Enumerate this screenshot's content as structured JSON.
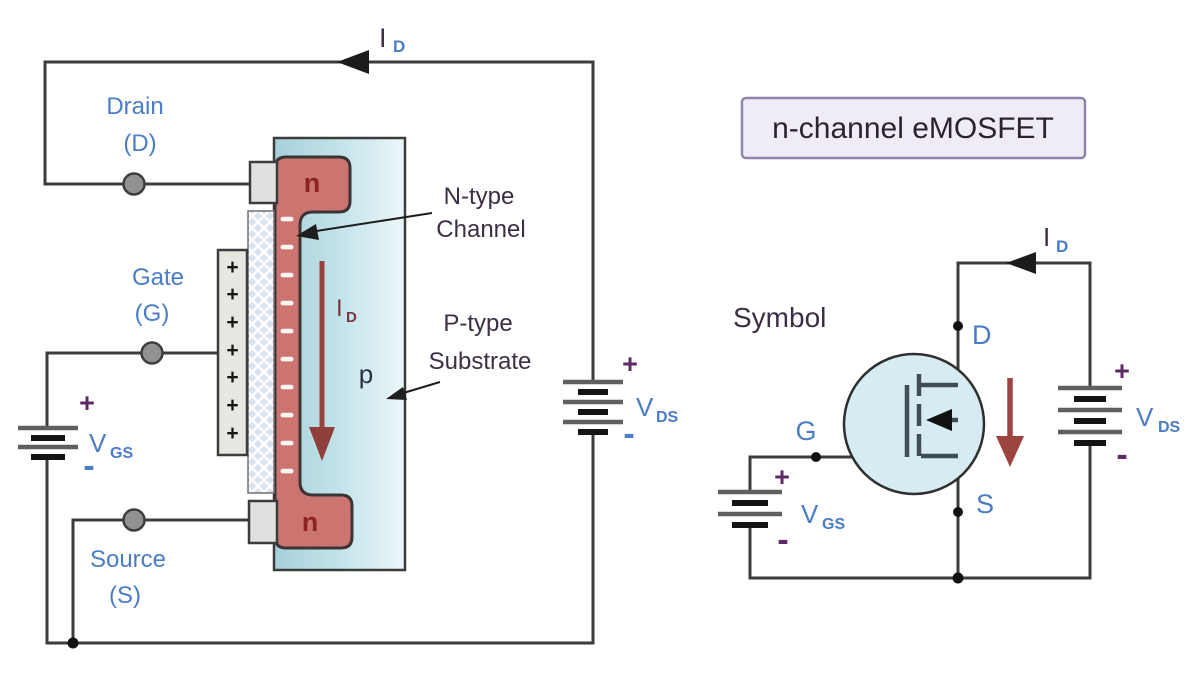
{
  "title_box": {
    "label": "n-channel eMOSFET"
  },
  "signs": {
    "plus": "+",
    "minus": "-"
  },
  "measurements": {
    "gate_source_voltage": {
      "symbol": "V",
      "subscript": "GS"
    },
    "drain_source_voltage": {
      "symbol": "V",
      "subscript": "DS"
    },
    "drain_current": {
      "symbol": "I",
      "subscript": "D"
    }
  },
  "physical_diagram": {
    "terminals": {
      "drain": {
        "name": "Drain",
        "abbr": "(D)"
      },
      "gate": {
        "name": "Gate",
        "abbr": "(G)"
      },
      "source": {
        "name": "Source",
        "abbr": "(S)"
      }
    },
    "regions": {
      "n_top": "n",
      "n_bottom": "n",
      "p_substrate": "p"
    },
    "captions": {
      "channel": {
        "line1": "N-type",
        "line2": "Channel"
      },
      "substrate": {
        "line1": "P-type",
        "line2": "Substrate"
      }
    }
  },
  "symbol_circuit": {
    "caption": "Symbol",
    "terminals": {
      "gate": "G",
      "drain": "D",
      "source": "S"
    }
  },
  "colors": {
    "label_blue": "#4b7cc6",
    "label_dark": "#3c2f45",
    "plus_minus_purple": "#5e2765",
    "n_region_fill": "#cb7470",
    "n_text": "#8c2222",
    "current_arrow_red": "#964440",
    "wire_gray": "#3c3c3c",
    "substrate_gradient": [
      "#a7d0da",
      "#c3e3ea",
      "#ecf7f9"
    ],
    "symbol_circle_fill": "#d7ebf2",
    "title_box_fill": "#efecf5",
    "title_box_border": "#8f84ab"
  }
}
